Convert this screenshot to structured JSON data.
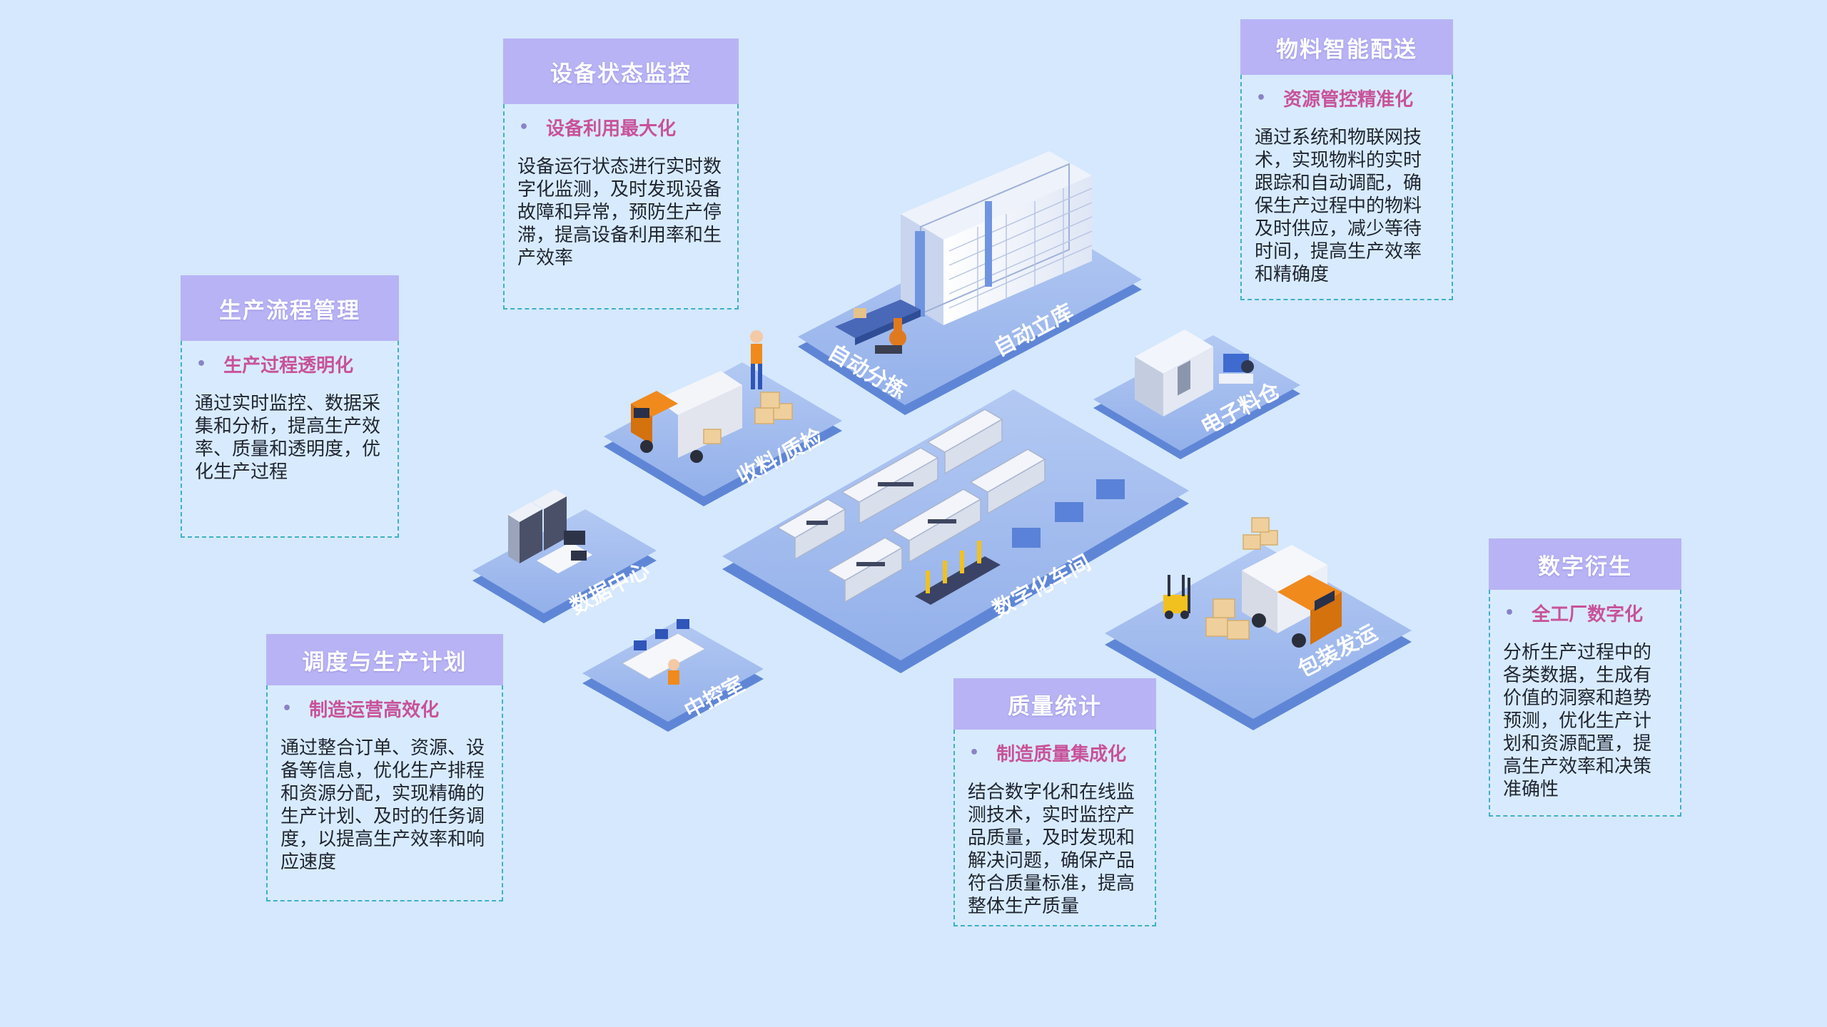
{
  "cards": [
    {
      "id": "equipment",
      "title": "设备状态监控",
      "subtitle": "设备利用最大化",
      "text": "设备运行状态进行实时数字化监测，及时发现设备故障和异常，预防生产停滞，提高设备利用率和生产效率"
    },
    {
      "id": "material",
      "title": "物料智能配送",
      "subtitle": "资源管控精准化",
      "text": "通过系统和物联网技术，实现物料的实时跟踪和自动调配，确保生产过程中的物料及时供应，减少等待时间，提高生产效率和精确度"
    },
    {
      "id": "process",
      "title": "生产流程管理",
      "subtitle": "生产过程透明化",
      "text": "通过实时监控、数据采集和分析，提高生产效率、质量和透明度，优化生产过程"
    },
    {
      "id": "planning",
      "title": "调度与生产计划",
      "subtitle": "制造运营高效化",
      "text": "通过整合订单、资源、设备等信息，优化生产排程和资源分配，实现精确的生产计划、及时的任务调度，以提高生产效率和响应速度"
    },
    {
      "id": "quality",
      "title": "质量统计",
      "subtitle": "制造质量集成化",
      "text": "结合数字化和在线监测技术，实时监控产品质量，及时发现和解决问题，确保产品符合质量标准，提高整体生产质量"
    },
    {
      "id": "twin",
      "title": "数字衍生",
      "subtitle": "全工厂数字化",
      "text": "分析生产过程中的各类数据，生成有价值的洞察和趋势预测，优化生产计划和资源配置，提高生产效率和决策准确性"
    }
  ],
  "zones": {
    "auto_sort": "自动分拣",
    "auto_store": "自动立库",
    "e_material": "电子料仓",
    "receive_qc": "收料/质检",
    "workshop": "数字化车间",
    "data_center": "数据中心",
    "pack_ship": "包装发运",
    "control_room": "中控室"
  },
  "colors": {
    "background": "#d5e8fd",
    "card_header": "#b8b3f5",
    "card_border": "#3fb0c8",
    "subtitle": "#c8529a",
    "platform_top": "#9cb8ec",
    "platform_side": "#5f86d6"
  }
}
